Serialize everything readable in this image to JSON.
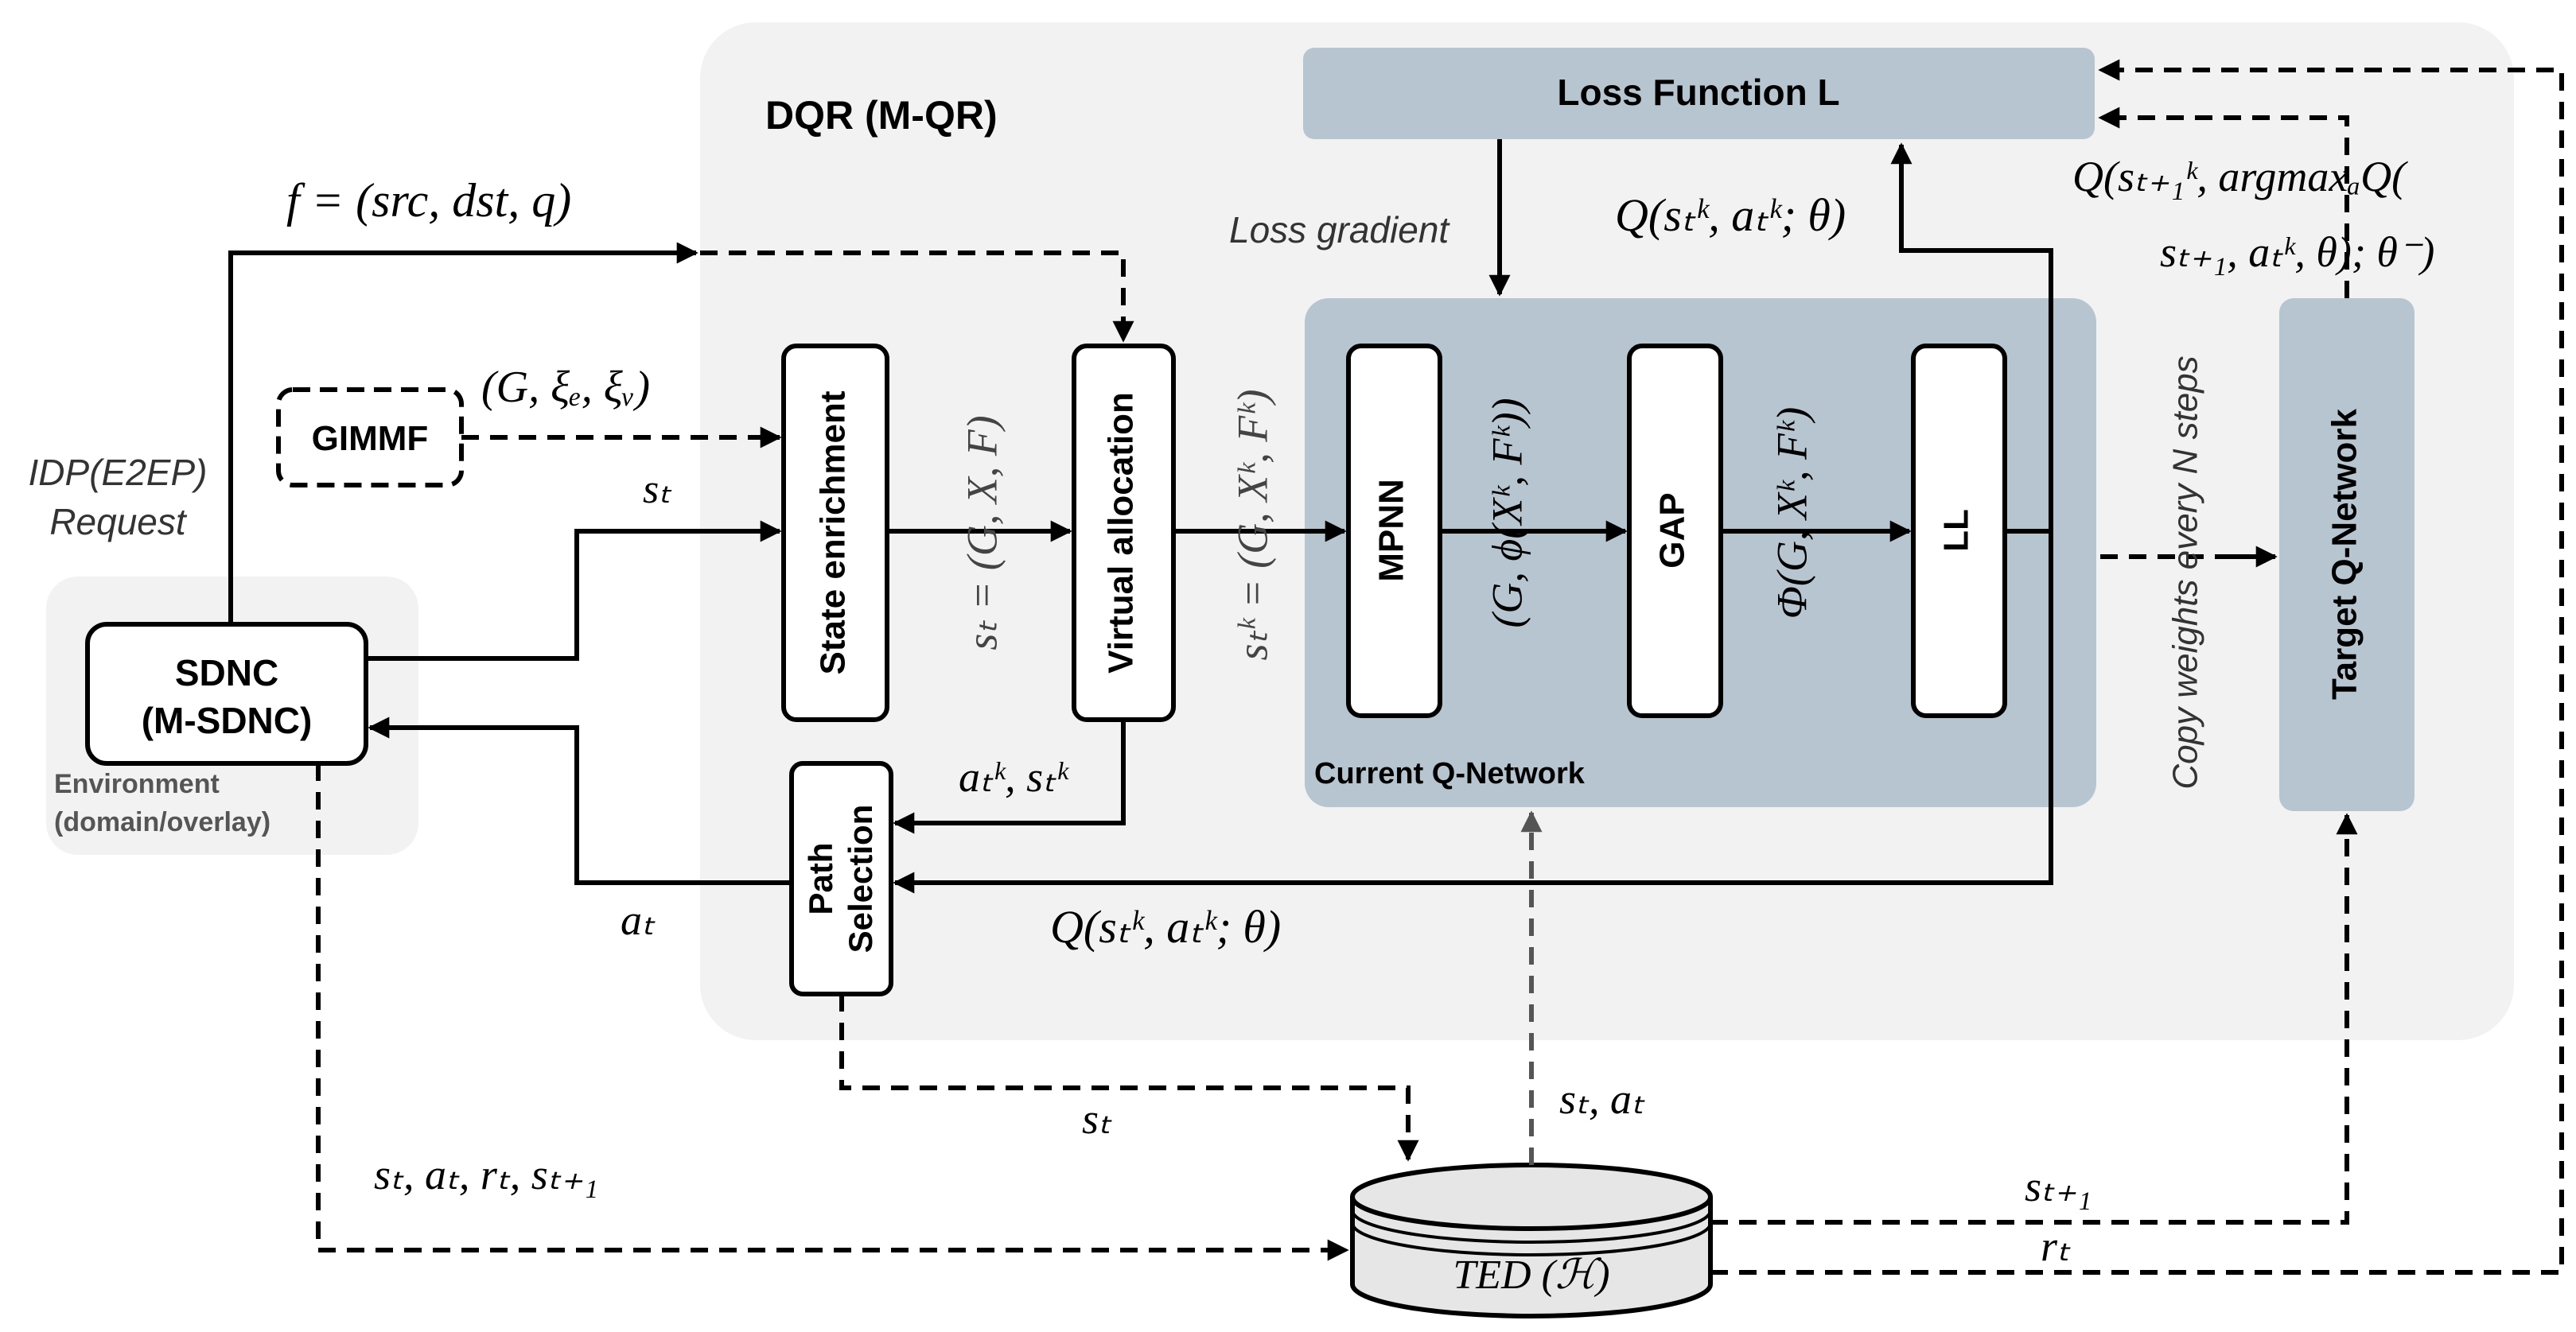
{
  "regions": {
    "dqr_title": "DQR (M-QR)",
    "environment_line1": "Environment",
    "environment_line2": "(domain/overlay)",
    "current_qnet": "Current Q-Network"
  },
  "boxes": {
    "loss_function": "Loss Function L",
    "sdnc_line1": "SDNC",
    "sdnc_line2": "(M-SDNC)",
    "gimmf": "GIMMF",
    "state_enrichment": "State enrichment",
    "virtual_allocation": "Virtual allocation",
    "path_selection_line1": "Path",
    "path_selection_line2": "Selection",
    "mpnn": "MPNN",
    "gap": "GAP",
    "ll": "LL",
    "target_qnet": "Target Q-Network",
    "ted": "TED (ℋ)"
  },
  "labels": {
    "flow": "f = (src, dst, q)",
    "idp_line1": "IDP(E2EP)",
    "idp_line2": "Request",
    "graph_params": "(G, ξₑ, ξᵥ)",
    "st_in": "sₜ",
    "st_eq": "sₜ = (G, X, F)",
    "stk_eq": "sₜᵏ = (G, Xᵏ, Fᵏ)",
    "mpnn_out": "(G, ϕ(Xᵏ, Fᵏ))",
    "gap_out": "Φ(G, Xᵏ, Fᵏ)",
    "atk_stk": "aₜᵏ, sₜᵏ",
    "at_out": "aₜ",
    "q_bottom": "Q(sₜᵏ, aₜᵏ; θ)",
    "q_top": "Q(sₜᵏ, aₜᵏ; θ)",
    "loss_gradient": "Loss gradient",
    "copy_weights": "Copy weights every N steps",
    "target_q_line1": "Q(sₜ₊₁ᵏ, argmaxₐQ(",
    "target_q_line2": "sₜ₊₁, aₜᵏ, θ); θ⁻)",
    "st_ted": "sₜ",
    "st_at": "sₜ, aₜ",
    "tuple": "sₜ, aₜ, rₜ, sₜ₊₁",
    "st1": "sₜ₊₁",
    "rt": "rₜ"
  },
  "colors": {
    "panel_bg": "#f2f2f2",
    "qnet_fill": "#b7c5d1",
    "ted_fill": "#e6e6e6"
  }
}
